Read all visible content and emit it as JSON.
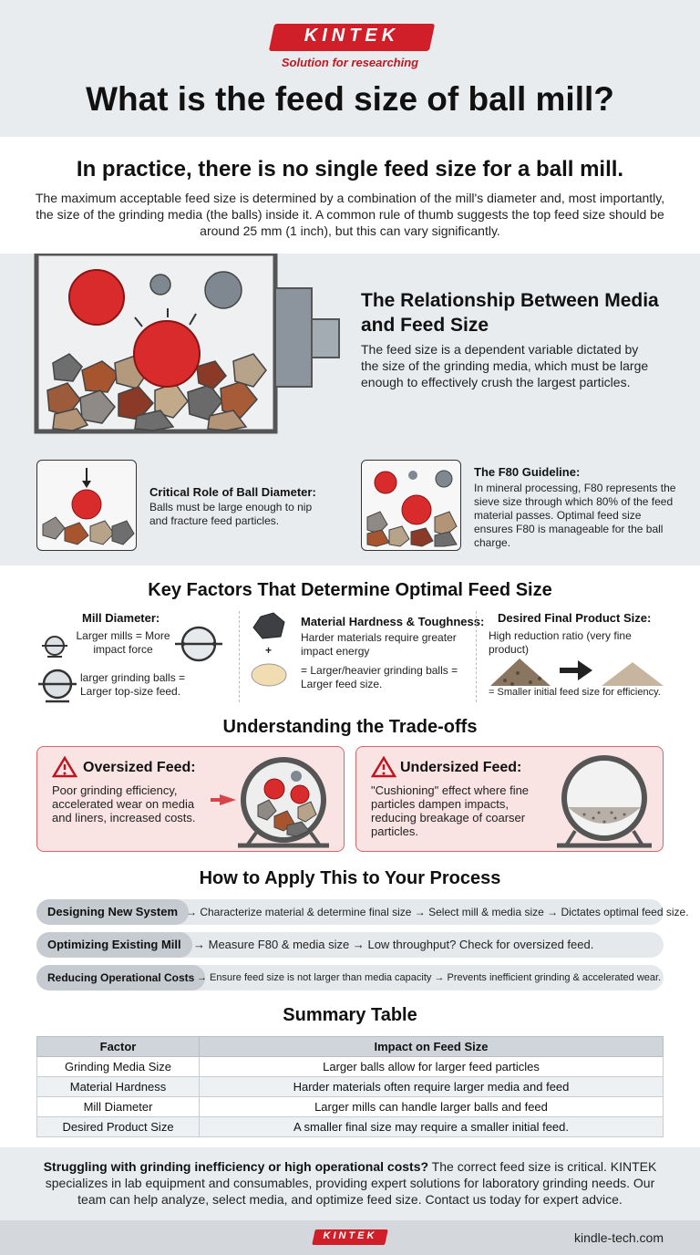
{
  "header": {
    "logo_text": "KINTEK",
    "tagline": "Solution for researching",
    "title": "What is the feed size of ball mill?"
  },
  "intro": {
    "heading": "In practice, there is no single feed size for a ball mill.",
    "paragraph": "The maximum acceptable feed size is determined by a combination of the mill's diameter and, most importantly, the size of the grinding media (the balls) inside it. A common rule of thumb suggests the top feed size should be around 25 mm (1 inch), but this can vary significantly."
  },
  "relationship": {
    "title": "The Relationship Between Media and Feed Size",
    "paragraph": "The feed size is a dependent variable dictated by the size of the grinding media, which must be large enough to effectively crush the largest particles.",
    "ball_diameter": {
      "title": "Critical Role of Ball Diameter:",
      "text": "Balls must be large enough to nip and fracture feed particles."
    },
    "f80": {
      "title": "The F80 Guideline:",
      "text": "In mineral processing, F80 represents the sieve size through which 80% of the feed material passes. Optimal feed size ensures F80 is manageable for the ball charge."
    }
  },
  "key_factors": {
    "title": "Key Factors That Determine Optimal Feed Size",
    "mill_diameter": {
      "title": "Mill Diameter:",
      "line1": "Larger mills = More impact force",
      "line2": "larger grinding balls = Larger top-size feed."
    },
    "hardness": {
      "title": "Material Hardness & Toughness:",
      "line1": "Harder materials require greater impact energy",
      "line2": "= Larger/heavier grinding balls = Larger feed size.",
      "plus": "+"
    },
    "product_size": {
      "title": "Desired Final Product Size:",
      "line1": "High reduction ratio (very fine product)",
      "line2": "= Smaller initial feed size for efficiency."
    }
  },
  "tradeoffs": {
    "title": "Understanding the Trade-offs",
    "oversized": {
      "title": "Oversized Feed:",
      "text": "Poor grinding efficiency, accelerated wear on media and liners, increased costs."
    },
    "undersized": {
      "title": "Undersized Feed:",
      "text": "\"Cushioning\" effect where fine particles dampen impacts, reducing breakage of coarser particles."
    }
  },
  "apply": {
    "title": "How to Apply This to Your Process",
    "rows": [
      {
        "label": "Designing New System",
        "text": "→  Characterize material & determine final size → Select mill & media size → Dictates optimal feed size."
      },
      {
        "label": "Optimizing Existing Mill",
        "text": "→   Measure F80 & media size  →   Low throughput? Check for oversized feed."
      },
      {
        "label": "Reducing Operational Costs",
        "text": "→  Ensure feed size is not larger than media capacity → Prevents inefficient grinding & accelerated wear."
      }
    ]
  },
  "summary": {
    "title": "Summary Table",
    "headers": [
      "Factor",
      "Impact on Feed Size"
    ],
    "rows": [
      [
        "Grinding Media Size",
        "Larger balls allow for larger feed particles"
      ],
      [
        "Material Hardness",
        "Harder materials often require larger media and feed"
      ],
      [
        "Mill Diameter",
        "Larger mills can handle larger balls and feed"
      ],
      [
        "Desired Product Size",
        "A smaller final size may require a smaller initial feed."
      ]
    ]
  },
  "cta": {
    "bold": "Struggling with grinding inefficiency or high operational costs?",
    "text": " The correct feed size is critical. KINTEK specializes in lab equipment and consumables, providing expert solutions for laboratory grinding needs. Our team can help analyze, select media, and optimize feed size. Contact us today for expert advice."
  },
  "footer": {
    "logo_text": "KINTEK",
    "url": "kindle-tech.com"
  },
  "colors": {
    "brand_red": "#d11f2a",
    "ball_red": "#d92b2b",
    "ball_gray": "#7f8890",
    "warning_bg": "#f9e3e3"
  }
}
